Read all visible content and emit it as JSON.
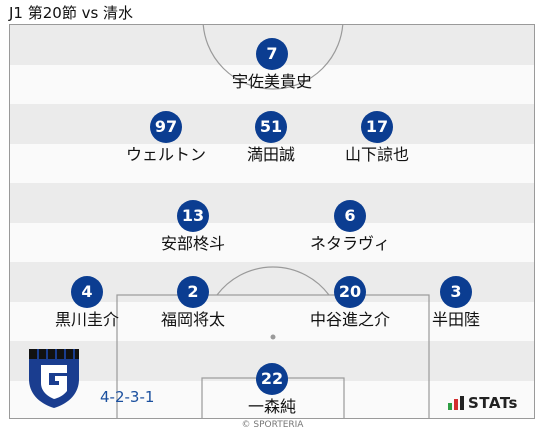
{
  "header": {
    "title": "J1 第20節 vs 清水"
  },
  "lineup": {
    "formation": "4-2-3-1",
    "players": [
      {
        "number": "7",
        "name": "宇佐美貴史"
      },
      {
        "number": "97",
        "name": "ウェルトン"
      },
      {
        "number": "51",
        "name": "満田誠"
      },
      {
        "number": "17",
        "name": "山下諒也"
      },
      {
        "number": "13",
        "name": "安部柊斗"
      },
      {
        "number": "6",
        "name": "ネタラヴィ"
      },
      {
        "number": "4",
        "name": "黒川圭介"
      },
      {
        "number": "2",
        "name": "福岡将太"
      },
      {
        "number": "20",
        "name": "中谷進之介"
      },
      {
        "number": "3",
        "name": "半田陸"
      },
      {
        "number": "22",
        "name": "一森純"
      }
    ]
  },
  "branding": {
    "team_emblem_icon": "shield-g-emblem-icon",
    "stats_logo_text": "STATs",
    "credit": "© SPORTERIA"
  },
  "colors": {
    "player_badge": "#0b3d91",
    "formation_text": "#1a4f9e",
    "stripe": "#ebebeb",
    "stats_red": "#d32f2f",
    "stats_green": "#2e9e44"
  }
}
